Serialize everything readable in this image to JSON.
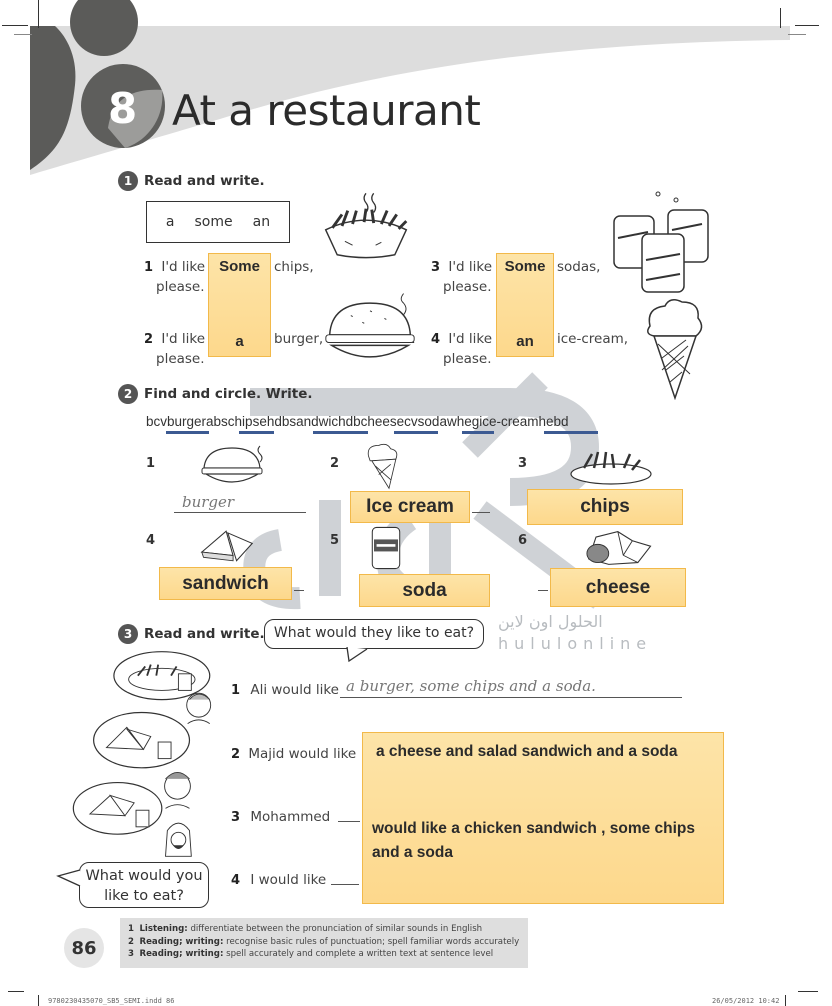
{
  "chapter": {
    "number": "8",
    "title": "At a restaurant"
  },
  "section1": {
    "badge": "1",
    "heading": "Read and write.",
    "word_bank": [
      "a",
      "some",
      "an"
    ],
    "items": [
      {
        "num": "1",
        "before": "I'd like",
        "after": "chips,",
        "line2": "please.",
        "answer": "Some",
        "image": "chips-illustration"
      },
      {
        "num": "2",
        "before": "I'd like",
        "after": "burger,",
        "line2": "please.",
        "answer": "a",
        "image": "burger-illustration"
      },
      {
        "num": "3",
        "before": "I'd like",
        "after": "sodas,",
        "line2": "please.",
        "answer": "Some",
        "image": "soda-cans-illustration"
      },
      {
        "num": "4",
        "before": "I'd like",
        "after": "ice-cream,",
        "line2": "please.",
        "answer": "an",
        "image": "ice-cream-illustration"
      }
    ]
  },
  "section2": {
    "badge": "2",
    "heading": "Find and circle. Write.",
    "letter_string": "bcvburgerabschipsehdbsandwichdbcheesecvsodawhegice-creamhebd",
    "found_words": [
      "burger",
      "chips",
      "sandwich",
      "cheese",
      "soda",
      "ice-cream"
    ],
    "items": [
      {
        "num": "1",
        "printed_answer": "burger",
        "answer": ""
      },
      {
        "num": "2",
        "printed_answer": "",
        "answer": "Ice cream"
      },
      {
        "num": "3",
        "printed_answer": "",
        "answer": "chips"
      },
      {
        "num": "4",
        "printed_answer": "",
        "answer": "sandwich"
      },
      {
        "num": "5",
        "printed_answer": "",
        "answer": "soda"
      },
      {
        "num": "6",
        "printed_answer": "",
        "answer": "cheese"
      }
    ],
    "underline_color": "#3c5a92"
  },
  "section3": {
    "badge": "3",
    "heading": "Read and write.",
    "bubble_question": "What would they like to eat?",
    "items": [
      {
        "num": "1",
        "prompt": "Ali would like",
        "printed_answer": "a burger, some chips and a soda."
      },
      {
        "num": "2",
        "prompt": "Majid would like",
        "answer": "a cheese and salad sandwich and a soda"
      },
      {
        "num": "3",
        "prompt": "Mohammed",
        "answer_line1": "would like a chicken sandwich , some chips",
        "answer_line2": "and a soda"
      },
      {
        "num": "4",
        "prompt": "I would like"
      }
    ],
    "bubble_you": "What would you like to eat?"
  },
  "footer": {
    "page_number": "86",
    "objectives": [
      {
        "num": "1",
        "skill": "Listening:",
        "text": "differentiate between the pronunciation of similar sounds in English"
      },
      {
        "num": "2",
        "skill": "Reading; writing:",
        "text": "recognise basic rules of punctuation; spell familiar words accurately"
      },
      {
        "num": "3",
        "skill": "Reading; writing:",
        "text": "spell accurately and complete a written text at sentence level"
      }
    ],
    "print_left": "9780230435070_SB5_SEMI.indd 86",
    "print_right": "26/05/2012 10:42"
  },
  "watermark": {
    "arabic": "الحلول اون لاين",
    "latin": "hululonline"
  },
  "colors": {
    "answer_fill": "#fdd88c",
    "answer_border": "#f2b94a",
    "header_dark": "#5a5a58",
    "header_light": "#dcdcdc"
  }
}
